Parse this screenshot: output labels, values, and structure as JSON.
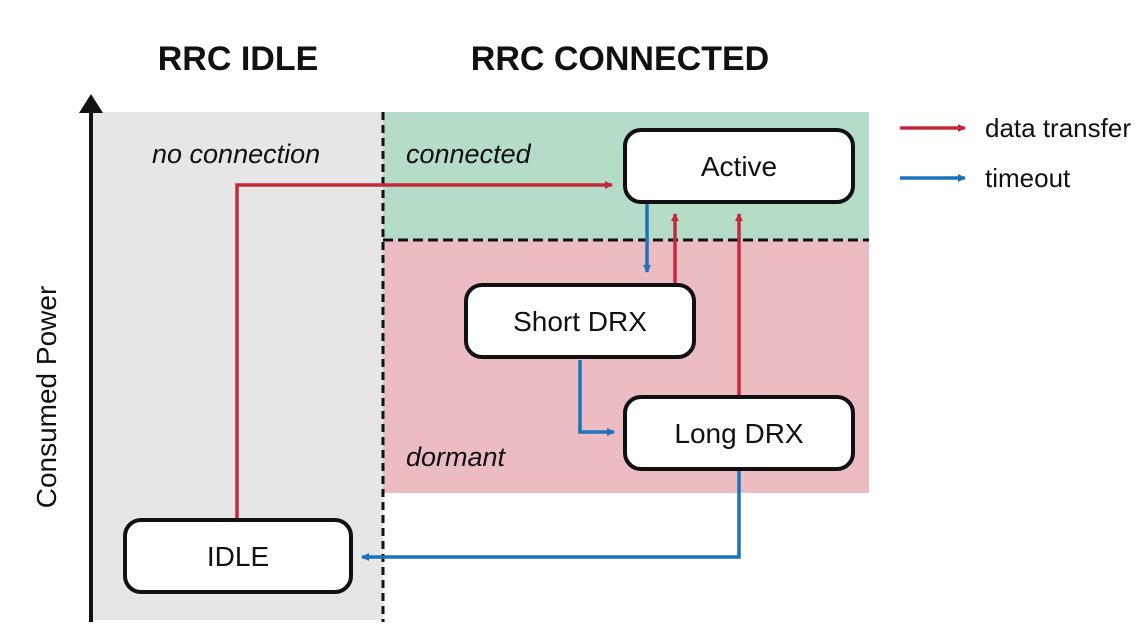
{
  "headers": {
    "idle": "RRC IDLE",
    "connected": "RRC CONNECTED"
  },
  "axis": {
    "label": "Consumed Power"
  },
  "zones": {
    "no_connection": "no connection",
    "connected": "connected",
    "dormant": "dormant"
  },
  "nodes": {
    "active": "Active",
    "short_drx": "Short DRX",
    "long_drx": "Long DRX",
    "idle": "IDLE"
  },
  "legend": {
    "data_transfer": "data transfer",
    "timeout": "timeout"
  },
  "colors": {
    "data_transfer": "#c4293a",
    "timeout": "#1a73bb",
    "idle_zone": "#e6e6e6",
    "connected_zone": "#b4dcc7",
    "dormant_zone": "#ebbcc1"
  },
  "transitions": [
    {
      "from": "IDLE",
      "to": "Active",
      "type": "data transfer"
    },
    {
      "from": "Active",
      "to": "Short DRX",
      "type": "timeout"
    },
    {
      "from": "Short DRX",
      "to": "Active",
      "type": "data transfer"
    },
    {
      "from": "Short DRX",
      "to": "Long DRX",
      "type": "timeout"
    },
    {
      "from": "Long DRX",
      "to": "Active",
      "type": "data transfer"
    },
    {
      "from": "Long DRX",
      "to": "IDLE",
      "type": "timeout"
    }
  ]
}
